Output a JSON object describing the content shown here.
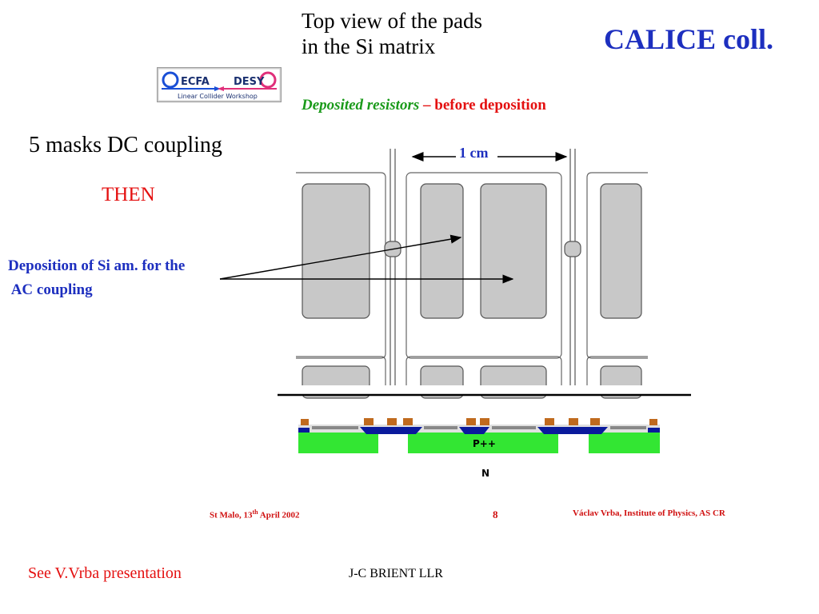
{
  "heading": {
    "top_view_line1": "Top view of the pads",
    "top_view_line2": "in the Si matrix",
    "collab": "CALICE coll."
  },
  "logo": {
    "left_text": "ECFA",
    "right_text": "DESY",
    "sub_text": "Linear Collider Workshop",
    "colors": {
      "blue": "#1a4fd6",
      "pink": "#e0307a",
      "frame": "#9a9a9a"
    }
  },
  "resistors": {
    "green_part": "Deposited resistors",
    "red_part": " – before deposition"
  },
  "left_notes": {
    "masks": "5 masks DC coupling",
    "then": "THEN",
    "deposition": "Deposition of Si am. for the\n AC coupling"
  },
  "diagram": {
    "scale_label": "1 cm",
    "p_label": "P++",
    "n_label": "N",
    "colors": {
      "pad_fill": "#c8c8c8",
      "p_region": "#33e633",
      "metal": "#0a1a9c",
      "contact": "#c06a1e"
    }
  },
  "footer": {
    "place_date_prefix": "St Malo, 13",
    "place_date_sup": "th",
    "place_date_suffix": " April 2002",
    "page_number": "8",
    "speaker": "Václav Vrba, Institute of Physics, AS CR"
  },
  "bottom": {
    "see_note": "See V.Vrba presentation",
    "author": "J-C BRIENT  LLR"
  }
}
